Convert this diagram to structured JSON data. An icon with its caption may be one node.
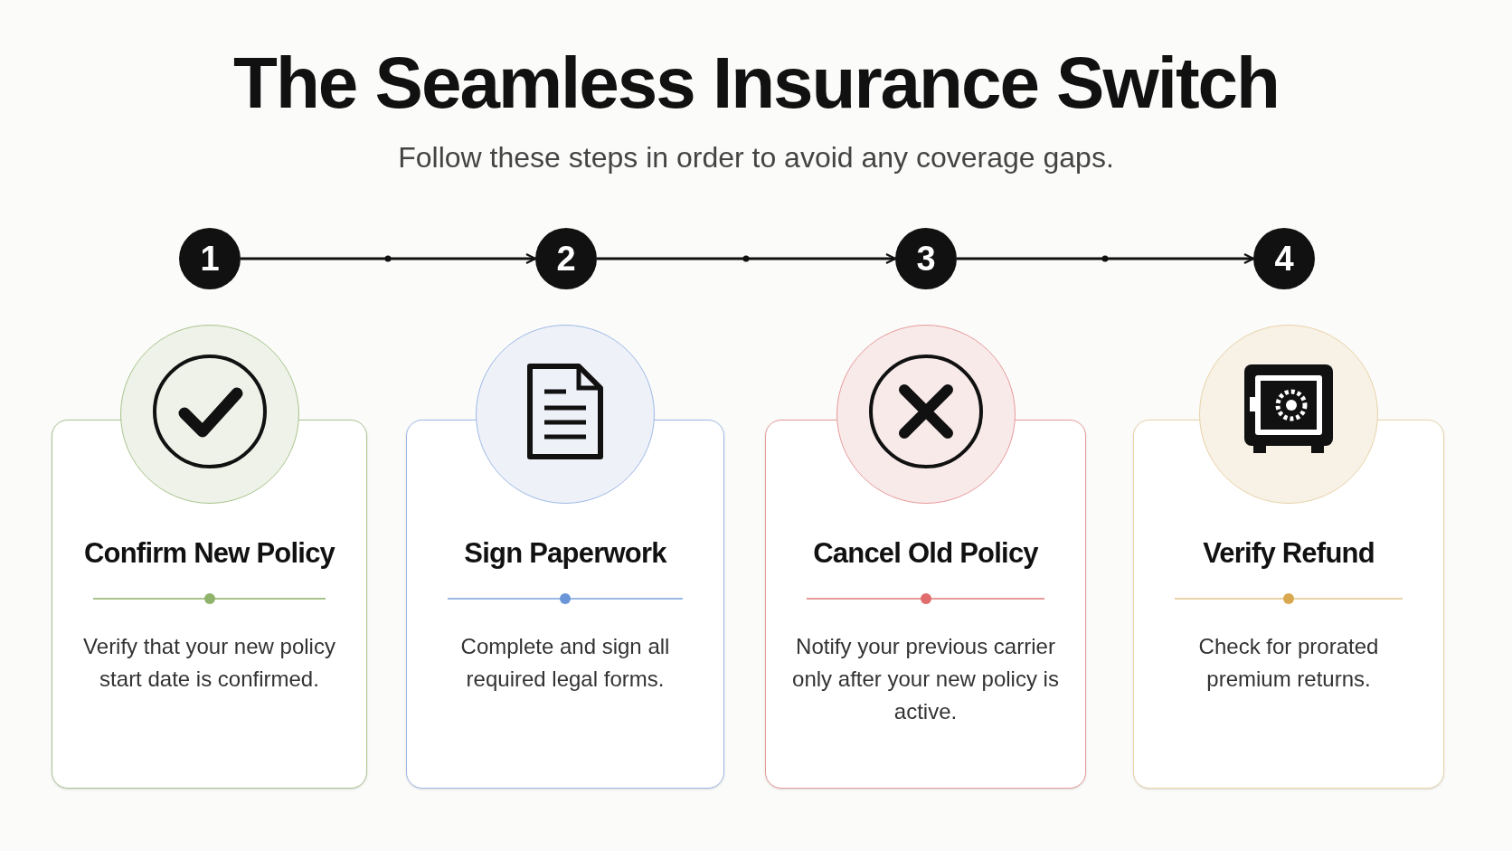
{
  "diagram": {
    "title": "The Seamless Insurance Switch",
    "caption": "Follow these steps in order to avoid any coverage gaps.",
    "nodes": [
      {
        "text": [
          "1"
        ]
      },
      {
        "text": [
          "2"
        ]
      },
      {
        "text": [
          "3"
        ]
      },
      {
        "text": [
          "4"
        ]
      },
      {
        "text": [
          "Confirm New Policy",
          "Verify that your new policy start date is confirmed."
        ]
      },
      {
        "text": [
          "Sign Paperwork",
          "Complete and sign all required legal forms."
        ]
      },
      {
        "text": [
          "Cancel Old Policy",
          "Notify your previous carrier only after your new policy is active."
        ]
      },
      {
        "text": [
          "Verify Refund",
          "Check for prorated premium returns."
        ]
      }
    ],
    "edges": [
      {
        "from": 0,
        "to": 1,
        "arrow": "to"
      },
      {
        "from": 1,
        "to": 2,
        "arrow": "to"
      },
      {
        "from": 2,
        "to": 3,
        "arrow": "to"
      }
    ]
  }
}
